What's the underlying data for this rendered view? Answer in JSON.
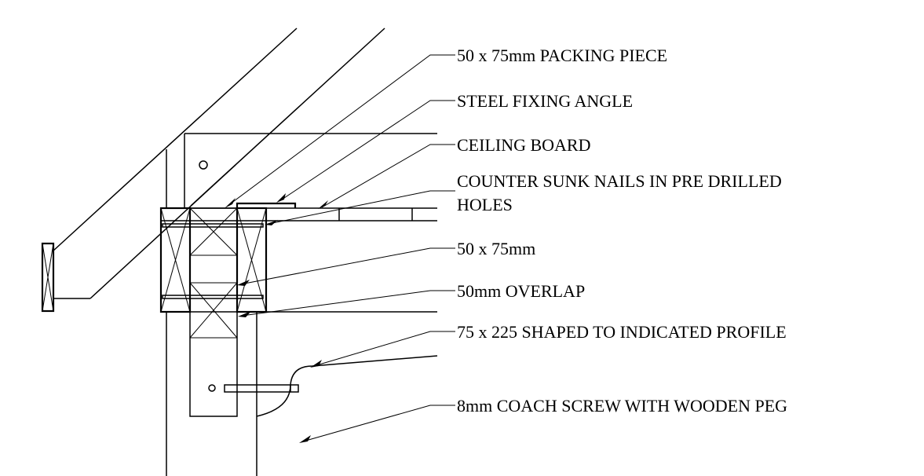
{
  "drawing": {
    "line_color": "#000000",
    "background": "#ffffff"
  },
  "labels": {
    "packing_piece": "50 x 75mm PACKING PIECE",
    "steel_angle": "STEEL FIXING ANGLE",
    "ceiling_board": "CEILING BOARD",
    "nails_line1": "COUNTER SUNK NAILS IN PRE DRILLED",
    "nails_line2": "HOLES",
    "timber_50x75": "50 x 75mm",
    "overlap": "50mm OVERLAP",
    "shaped_profile": "75 x 225 SHAPED TO INDICATED PROFILE",
    "coach_screw": "8mm COACH SCREW WITH WOODEN PEG"
  }
}
